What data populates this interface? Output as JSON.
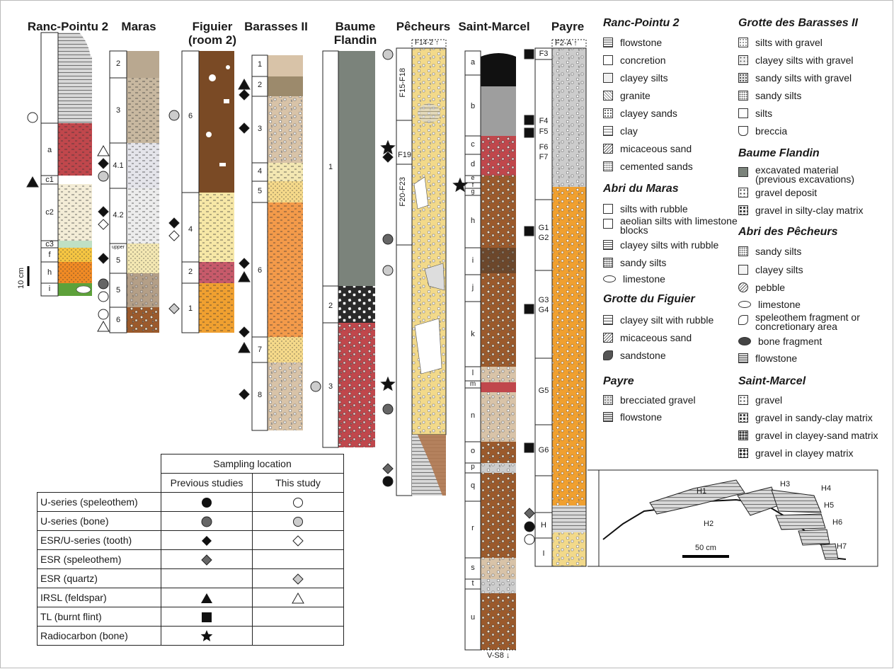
{
  "sites": {
    "ranc_pointu": "Ranc-Pointu 2",
    "maras": "Maras",
    "figuier": "Figuier (room 2)",
    "barasses": "Barasses II",
    "baume": "Baume Flandin",
    "pecheurs": "Pêcheurs",
    "saint_marcel": "Saint-Marcel",
    "payre": "Payre"
  },
  "units": {
    "ranc_pointu": [
      "a",
      "c1",
      "c2",
      "c3",
      "f",
      "h",
      "i"
    ],
    "maras": [
      "2",
      "3",
      "4.1",
      "4.2",
      "upper",
      "5",
      "5",
      "6"
    ],
    "figuier": [
      "6",
      "4",
      "2",
      "1"
    ],
    "barasses": [
      "1",
      "2",
      "3",
      "4",
      "5",
      "6",
      "7",
      "8"
    ],
    "baume": [
      "1",
      "2",
      "3"
    ],
    "saint_marcel": [
      "a",
      "b",
      "c",
      "d",
      "e",
      "f",
      "g",
      "h",
      "i",
      "j",
      "k",
      "l",
      "m",
      "n",
      "o",
      "p",
      "q",
      "r",
      "s",
      "t",
      "u"
    ],
    "payre": [
      "F3",
      "F4",
      "F5",
      "F6",
      "F7",
      "G1",
      "G2",
      "G3",
      "G4",
      "G5",
      "G6",
      "H",
      "I"
    ]
  },
  "pecheurs_labels": {
    "top": "F14-2 ↑",
    "f15": "F15-F18",
    "f19": "F19",
    "f20": "F20-F23"
  },
  "payre_top": "F2-A ↑",
  "saint_marcel_bottom": "V-S8 ↓",
  "scale": "10 cm",
  "inset": {
    "labels": [
      "H1",
      "H2",
      "H3",
      "H4",
      "H5",
      "H6",
      "H7"
    ],
    "scale": "50 cm"
  },
  "legend": {
    "ranc_pointu": {
      "title": "Ranc-Pointu 2",
      "items": [
        "flowstone",
        "concretion",
        "clayey silts",
        "granite",
        "clayey sands",
        "clay",
        "micaceous sand",
        "cemented sands"
      ]
    },
    "maras": {
      "title": "Abri du Maras",
      "items": [
        "silts with rubble",
        "aeolian silts with limestone blocks",
        "clayey silts with rubble",
        "sandy silts",
        "limestone"
      ]
    },
    "figuier": {
      "title": "Grotte du Figuier",
      "items": [
        "clayey silt with rubble",
        "micaceous sand",
        "sandstone"
      ]
    },
    "payre": {
      "title": "Payre",
      "items": [
        "brecciated gravel",
        "flowstone"
      ]
    },
    "barasses": {
      "title": "Grotte des Barasses II",
      "items": [
        "silts with gravel",
        "clayey silts with gravel",
        "sandy silts with gravel",
        "sandy silts",
        "silts",
        "breccia"
      ]
    },
    "baume": {
      "title": "Baume Flandin",
      "items": [
        "excavated material (previous excavations)",
        "gravel deposit",
        "gravel in silty-clay matrix"
      ]
    },
    "pecheurs": {
      "title": "Abri des Pêcheurs",
      "items": [
        "sandy silts",
        "clayey silts",
        "pebble",
        "limestone",
        "speleothem fragment or concretionary area",
        "bone fragment",
        "flowstone"
      ]
    },
    "saint_marcel": {
      "title": "Saint-Marcel",
      "items": [
        "gravel",
        "gravel in sandy-clay matrix",
        "gravel in clayey-sand matrix",
        "gravel in clayey matrix"
      ]
    }
  },
  "table": {
    "header": "Sampling location",
    "col1": "Previous studies",
    "col2": "This study",
    "rows": [
      "U-series (speleothem)",
      "U-series (bone)",
      "ESR/U-series (tooth)",
      "ESR (speleothem)",
      "ESR (quartz)",
      "IRSL (feldspar)",
      "TL (burnt flint)",
      "Radiocarbon (bone)"
    ]
  }
}
